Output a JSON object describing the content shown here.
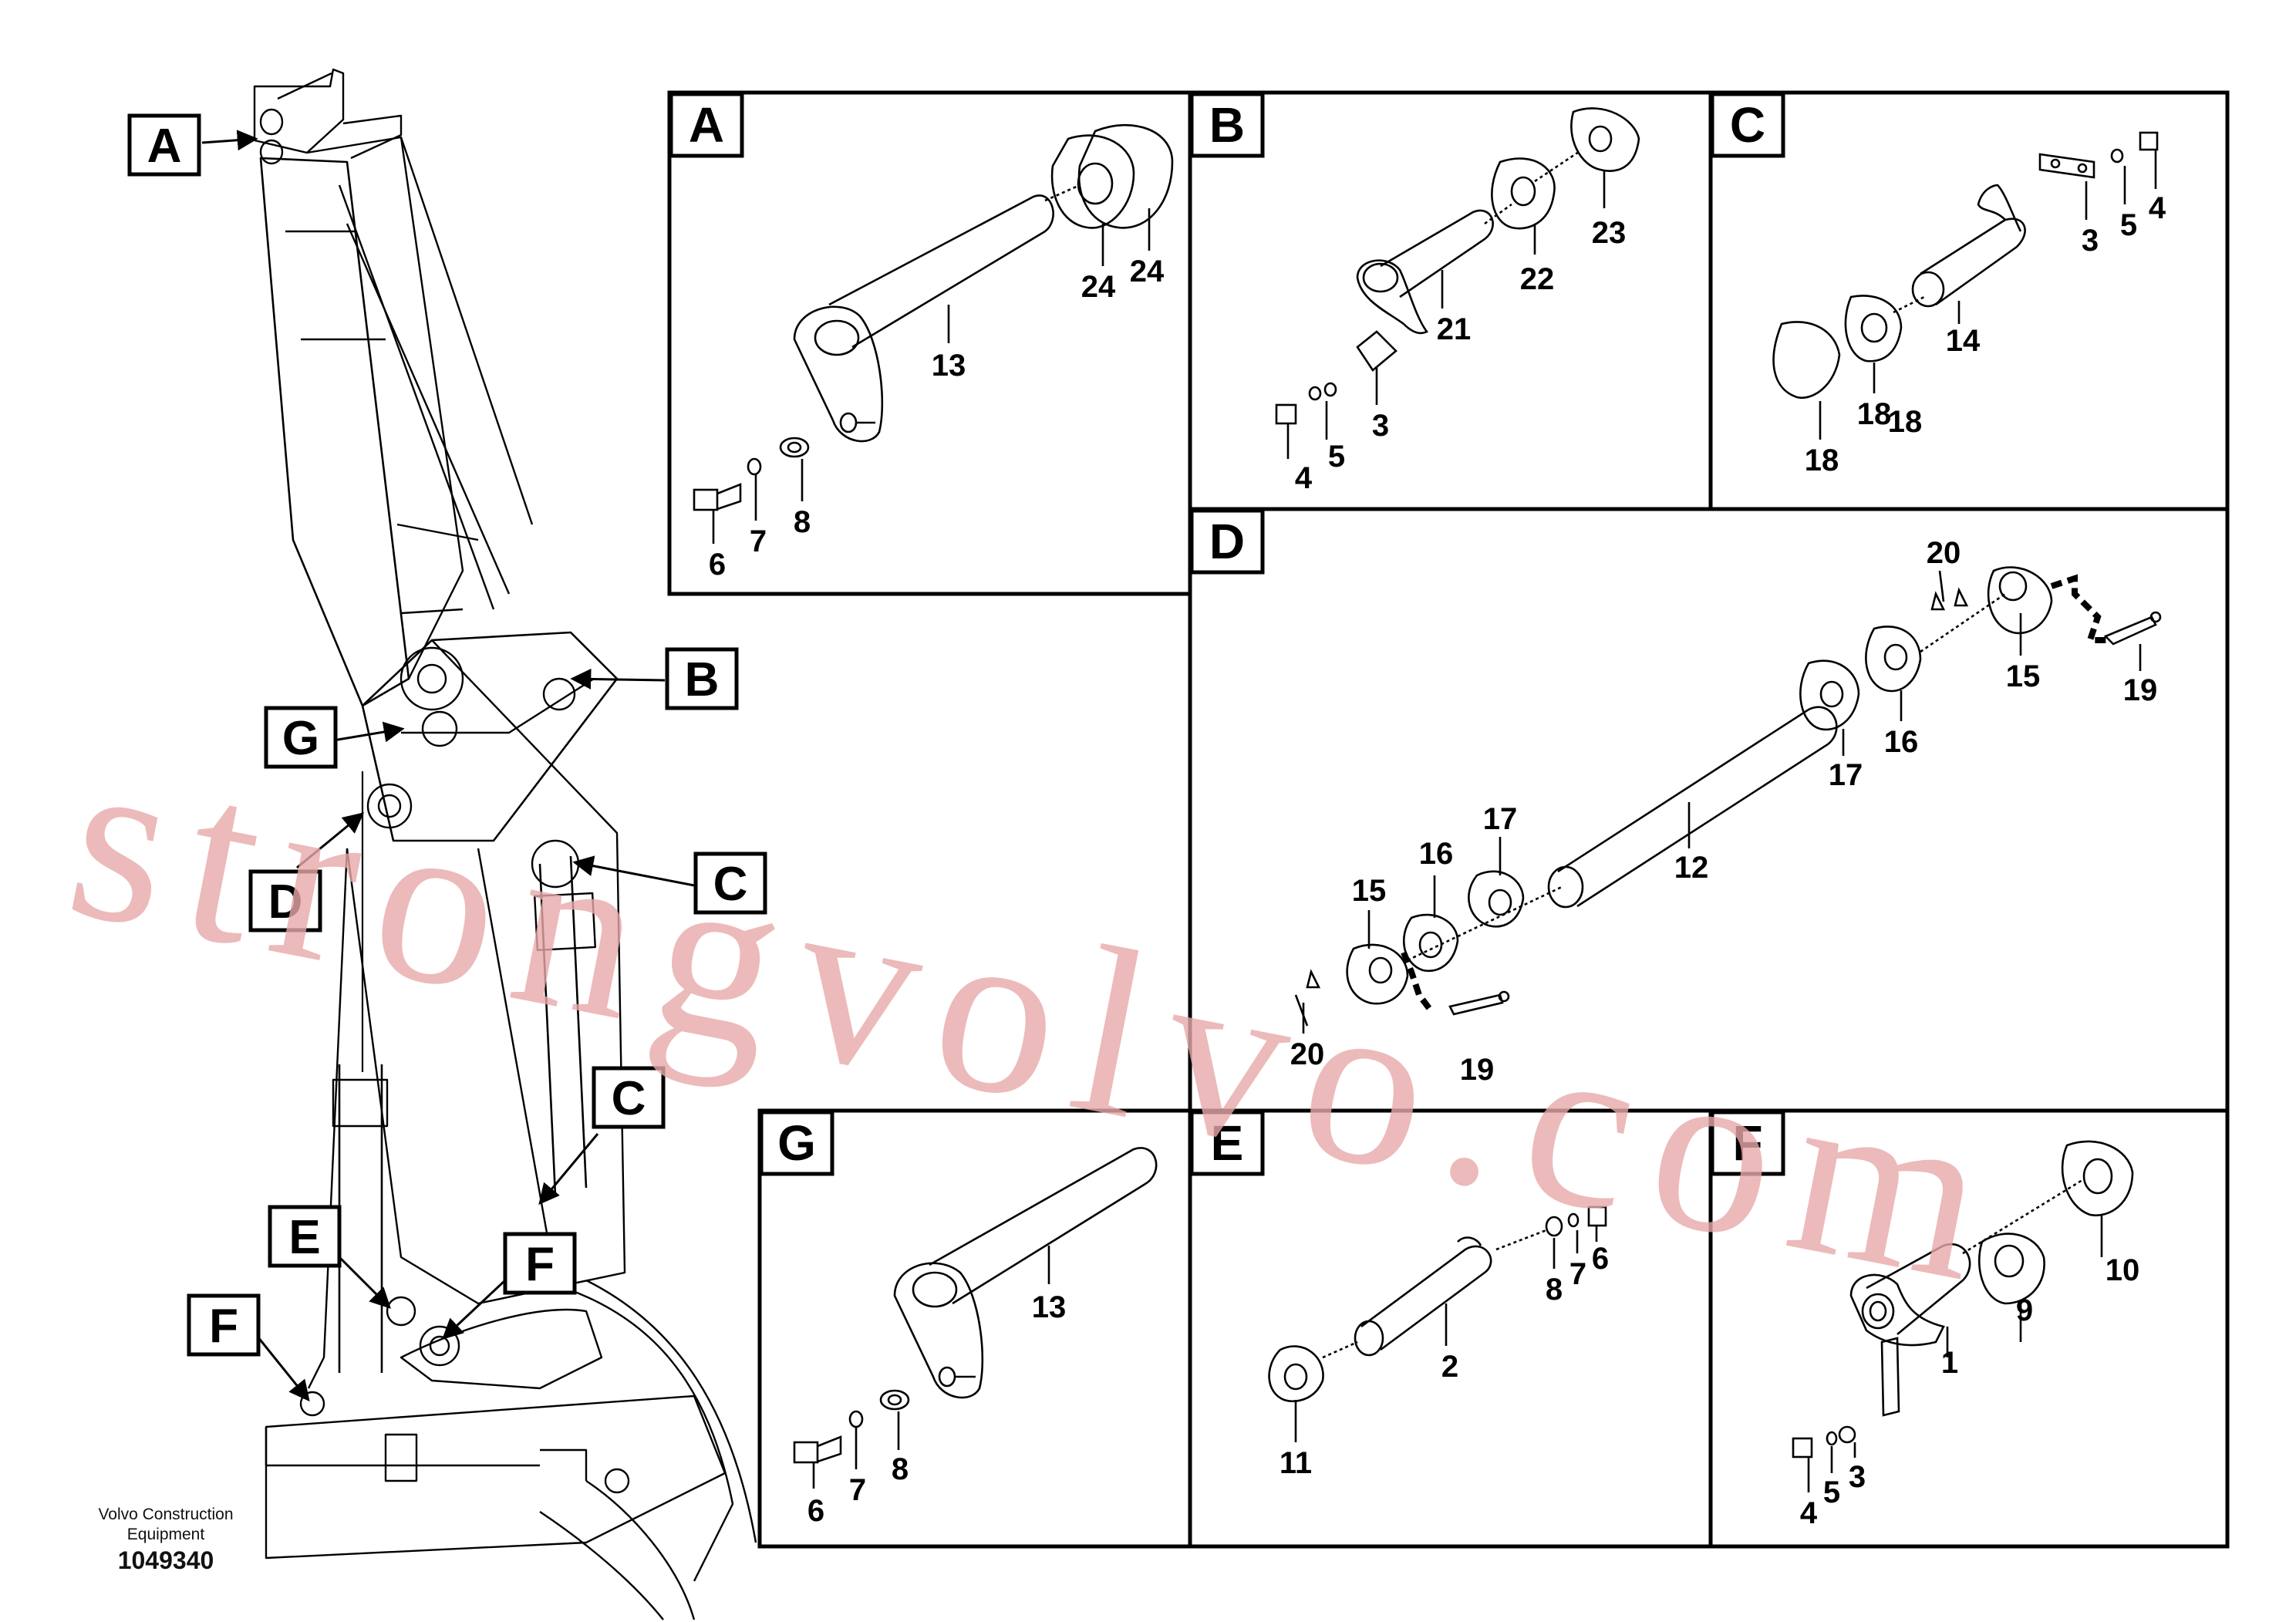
{
  "watermark": "strongvolvo.com",
  "footer": {
    "company_line1": "Volvo Construction",
    "company_line2": "Equipment",
    "drawing_number": "1049340"
  },
  "callouts": {
    "A": "A",
    "B": "B",
    "C": "C",
    "D": "D",
    "E": "E",
    "F": "F",
    "G": "G"
  },
  "panels": {
    "A": {
      "letter": "A",
      "parts": [
        "13",
        "24",
        "24",
        "6",
        "7",
        "8"
      ]
    },
    "B": {
      "letter": "B",
      "parts": [
        "23",
        "22",
        "21",
        "3",
        "4",
        "5"
      ]
    },
    "C": {
      "letter": "C",
      "parts": [
        "3",
        "5",
        "4",
        "14",
        "18",
        "18",
        "18"
      ]
    },
    "D": {
      "letter": "D",
      "parts": [
        "20",
        "15",
        "19",
        "16",
        "17",
        "12",
        "17",
        "16",
        "15",
        "20",
        "19"
      ]
    },
    "G": {
      "letter": "G",
      "parts": [
        "13",
        "6",
        "7",
        "8"
      ]
    },
    "E": {
      "letter": "E",
      "parts": [
        "8",
        "7",
        "6",
        "2",
        "11"
      ]
    },
    "F": {
      "letter": "F",
      "parts": [
        "10",
        "9",
        "1",
        "4",
        "5",
        "3"
      ]
    }
  },
  "colors": {
    "line": "#000000",
    "watermark": "#e7a9a9",
    "background": "#ffffff"
  }
}
